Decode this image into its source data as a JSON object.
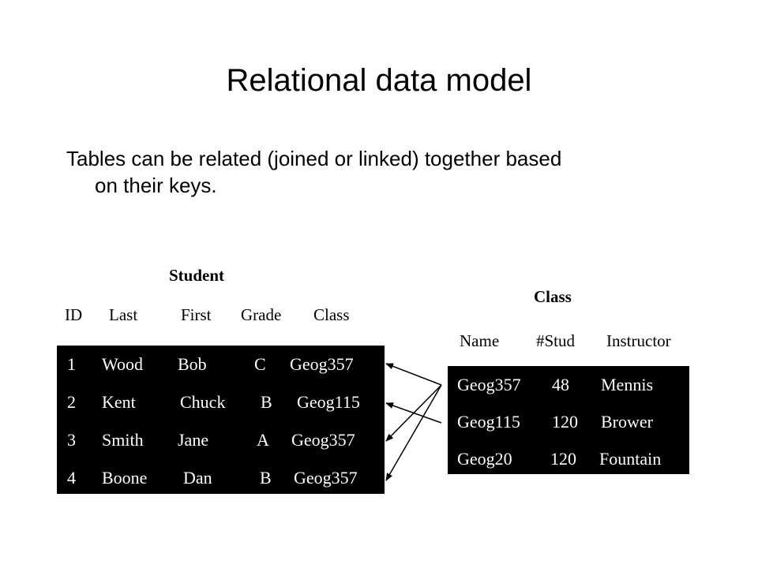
{
  "slide": {
    "title": "Relational data model",
    "body_line1": "Tables can be related (joined or linked) together based",
    "body_line2": "on their keys."
  },
  "student": {
    "caption": "Student",
    "headers": [
      "ID",
      "Last",
      "First",
      "Grade",
      "Class"
    ],
    "rows": [
      [
        "1",
        "Wood",
        "Bob",
        "C",
        "Geog357"
      ],
      [
        "2",
        "Kent",
        "Chuck",
        "B",
        "Geog115"
      ],
      [
        "3",
        "Smith",
        "Jane",
        "A",
        "Geog357"
      ],
      [
        "4",
        "Boone",
        "Dan",
        "B",
        "Geog357"
      ]
    ]
  },
  "class": {
    "caption": "Class",
    "headers": [
      "Name",
      "#Stud",
      "Instructor"
    ],
    "rows": [
      [
        "Geog357",
        "48",
        "Mennis"
      ],
      [
        "Geog115",
        "120",
        "Brower"
      ],
      [
        "Geog20",
        "120",
        "Fountain"
      ]
    ]
  },
  "links": [
    {
      "from_class_row": 0,
      "to_student_row": 0
    },
    {
      "from_class_row": 1,
      "to_student_row": 1
    },
    {
      "from_class_row": 0,
      "to_student_row": 2
    },
    {
      "from_class_row": 0,
      "to_student_row": 3
    }
  ]
}
